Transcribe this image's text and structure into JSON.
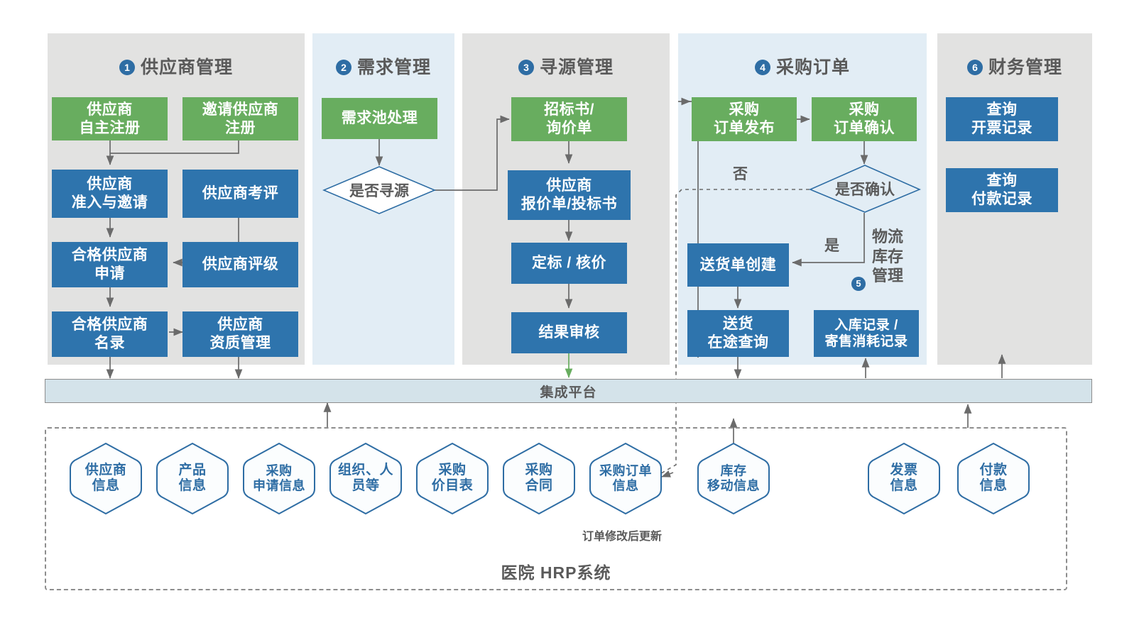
{
  "diagram": {
    "bottom_system_title": "医院 HRP系统",
    "integration_platform": "集成平台",
    "note_order_update": "订单修改后更新",
    "logistics_group_title": "物流\n库存\n管理",
    "logistics_group_number": "5",
    "edge_labels": {
      "no": "否",
      "yes": "是"
    }
  },
  "panels": [
    {
      "number": "1",
      "title": "供应商管理",
      "boxes": [
        {
          "label": "供应商\n自主注册",
          "color": "green"
        },
        {
          "label": "邀请供应商\n注册",
          "color": "green"
        },
        {
          "label": "供应商\n准入与邀请",
          "color": "blue"
        },
        {
          "label": "供应商考评",
          "color": "blue"
        },
        {
          "label": "合格供应商\n申请",
          "color": "blue"
        },
        {
          "label": "供应商评级",
          "color": "blue"
        },
        {
          "label": "合格供应商\n名录",
          "color": "blue"
        },
        {
          "label": "供应商\n资质管理",
          "color": "blue"
        }
      ]
    },
    {
      "number": "2",
      "title": "需求管理",
      "boxes": [
        {
          "label": "需求池处理",
          "color": "green"
        }
      ],
      "diamonds": [
        {
          "label": "是否寻源"
        }
      ]
    },
    {
      "number": "3",
      "title": "寻源管理",
      "boxes": [
        {
          "label": "招标书/\n询价单",
          "color": "green"
        },
        {
          "label": "供应商\n报价单/投标书",
          "color": "blue"
        },
        {
          "label": "定标 / 核价",
          "color": "blue"
        },
        {
          "label": "结果审核",
          "color": "blue"
        }
      ]
    },
    {
      "number": "4",
      "title": "采购订单",
      "boxes": [
        {
          "label": "采购\n订单发布",
          "color": "green"
        },
        {
          "label": "采购\n订单确认",
          "color": "green"
        },
        {
          "label": "送货单创建",
          "color": "blue"
        },
        {
          "label": "送货\n在途查询",
          "color": "blue"
        },
        {
          "label": "入库记录 /\n寄售消耗记录",
          "color": "blue"
        }
      ],
      "diamonds": [
        {
          "label": "是否确认"
        }
      ]
    },
    {
      "number": "6",
      "title": "财务管理",
      "boxes": [
        {
          "label": "查询\n开票记录",
          "color": "blue"
        },
        {
          "label": "查询\n付款记录",
          "color": "blue"
        }
      ]
    }
  ],
  "hexagons": [
    {
      "label": "供应商\n信息"
    },
    {
      "label": "产品\n信息"
    },
    {
      "label": "采购\n申请信息"
    },
    {
      "label": "组织、人\n员等"
    },
    {
      "label": "采购\n价目表"
    },
    {
      "label": "采购\n合同"
    },
    {
      "label": "采购订单\n信息"
    },
    {
      "label": "库存\n移动信息"
    },
    {
      "label": "发票\n信息"
    },
    {
      "label": "付款\n信息"
    }
  ],
  "colors": {
    "green": "#68ad5f",
    "blue": "#2e74ad",
    "accent": "#2e6da4",
    "panel_grey": "#e2e2e1",
    "panel_lightblue": "#e2edf5",
    "bar": "#d4e3ea",
    "text_grey": "#5a5a5a",
    "arrow": "#6b6b6b"
  }
}
